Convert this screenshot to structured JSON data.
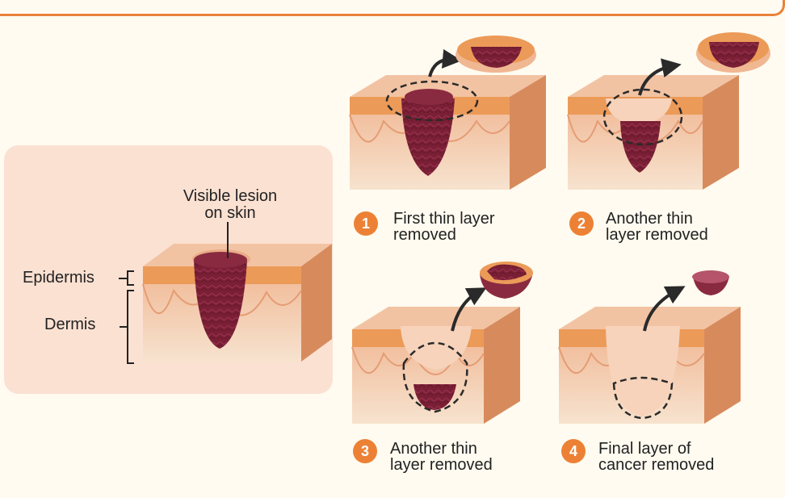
{
  "overview": {
    "lesion_label_line1": "Visible lesion",
    "lesion_label_line2": "on skin",
    "epidermis_label": "Epidermis",
    "dermis_label": "Dermis"
  },
  "steps": [
    {
      "number": "1",
      "line1": "First thin layer",
      "line2": "removed"
    },
    {
      "number": "2",
      "line1": "Another thin",
      "line2": "layer removed"
    },
    {
      "number": "3",
      "line1": "Another thin",
      "line2": "layer removed"
    },
    {
      "number": "4",
      "line1": "Final layer of",
      "line2": "cancer removed"
    }
  ],
  "colors": {
    "accent": "#ec8136",
    "panel": "#fbe1d2",
    "tumor": "#7a1f35",
    "epidermis": "#ec9a58",
    "dermis": "#f3c5a6",
    "background": "#fffbf0"
  }
}
